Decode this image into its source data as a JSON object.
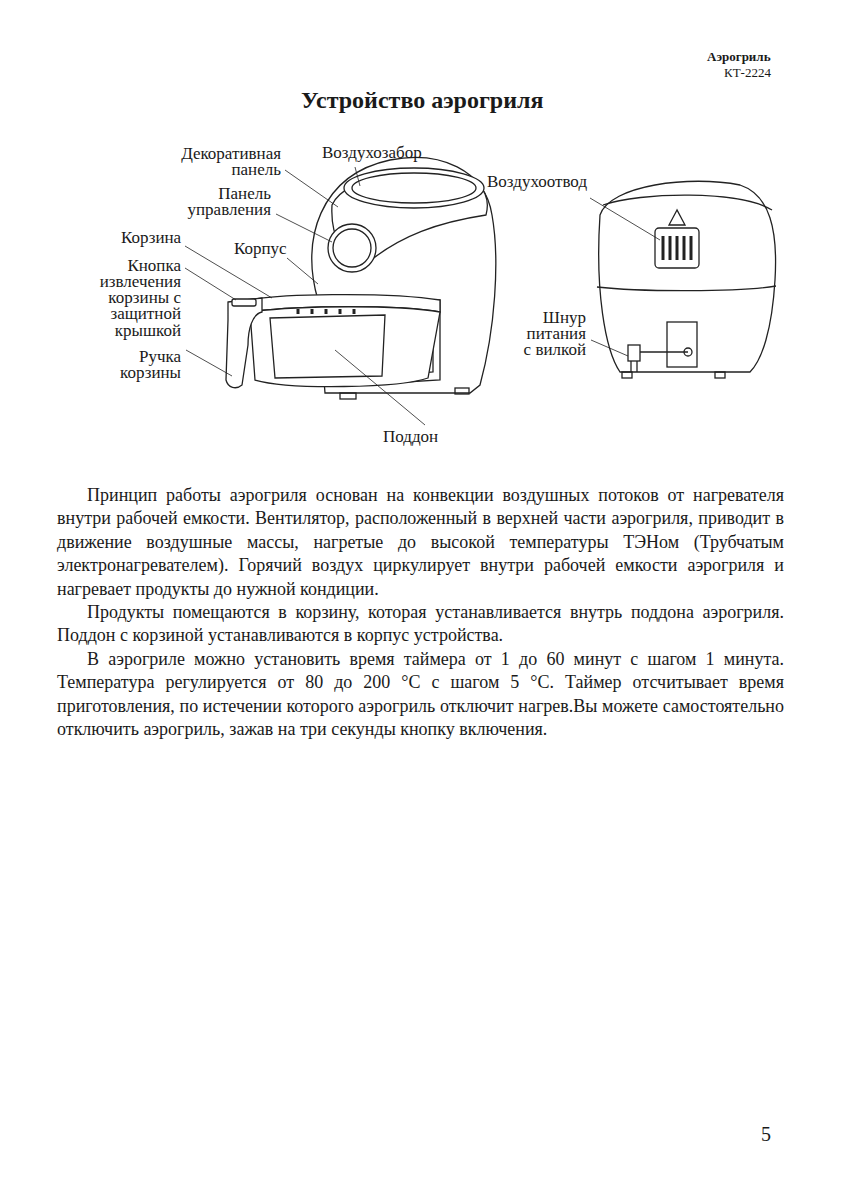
{
  "diagram": {
    "title": "Устройство аэрогриля",
    "labels": [
      "Аэрогриль",
      "КТ-2224",
      "Декоративная панель",
      "Воздухозабор",
      "Воздухоотвод",
      "Панель управления",
      "Корзина",
      "Корпус",
      "Кнопка извлечения корзины с защитной крышкой",
      "Шнур питания с вилкой",
      "Ручка корзины",
      "Поддон",
      "Принцип работы аэрогриля основан на конвекции воздушных потоков от нагревателя внутри рабочей емкости. Вентилятор, расположенный в верхней части аэрогриля, приводит в движение воздушные массы, нагретые до высокой температуры ТЭНом (Трубчатым электронагревателем). Горячий воздух циркулирует внутри рабочей емкости аэрогриля и нагревает продукты до нужной кондиции.",
      "Продукты помещаются в корзину, которая устанавливается внутрь поддона аэрогриля. Поддон с корзиной устанавливаются в корпус устройства.",
      "В аэрогриле можно установить время таймера от 1 до 60 минут с шагом 1 минута. Температура регулируется от 80 до 200 °C с шагом 5 °C. Таймер отсчитывает время приготовления, по истечении которого аэрогриль отключит нагрев.Вы можете самостоятельно отключить аэрогриль, зажав на три секунды кнопку включения.",
      "5"
    ]
  }
}
